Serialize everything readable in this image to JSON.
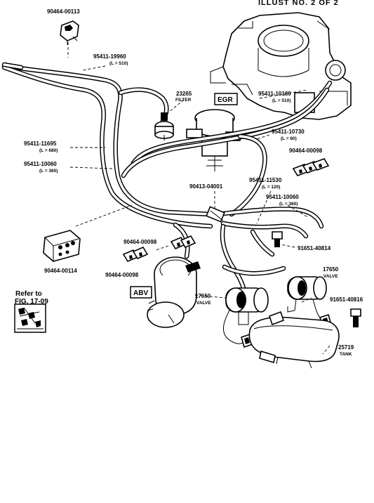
{
  "header": {
    "text": "ILLUST NO. 2 OF 2"
  },
  "boxed_labels": {
    "egr": "EGR",
    "abv": "ABV"
  },
  "refer": {
    "line1": "Refer to",
    "line2": "FIG. 17-09"
  },
  "parts": {
    "p90464_00113": "90464-00113",
    "p95411_19960": "95411-19960",
    "p95411_19960_len": "(L = 510)",
    "p23265": "23265",
    "p23265_name": "FILTER",
    "p95411_10180": "95411-10180",
    "p95411_10180_len": "(L = 510)",
    "p95411_10730": "95411-10730",
    "p95411_10730_len": "(L = 80)",
    "p90464_00098_a": "90464-00098",
    "p95411_11695": "95411-11695",
    "p95411_11695_len": "(L = 680)",
    "p95411_10060_a": "95411-10060",
    "p95411_10060_a_len": "(L = 360)",
    "p90413_04001": "90413-04001",
    "p95411_11530": "95411-11530",
    "p95411_11530_len": "(L = 120)",
    "p95411_10060_b": "95411-10060",
    "p95411_10060_b_len": "(L = 360)",
    "p90464_00098_b": "90464-00098",
    "p91651_40814": "91651-40814",
    "p90464_00098_c": "90464-00098",
    "p90464_00114": "90464-00114",
    "p17650_right": "17650",
    "p17650_right_name": "VALVE",
    "p17650_left": "17650",
    "p17650_left_name": "VALVE",
    "p91651_40816": "91651-40816",
    "p25719": "25719",
    "p25719_name": "TANK"
  }
}
